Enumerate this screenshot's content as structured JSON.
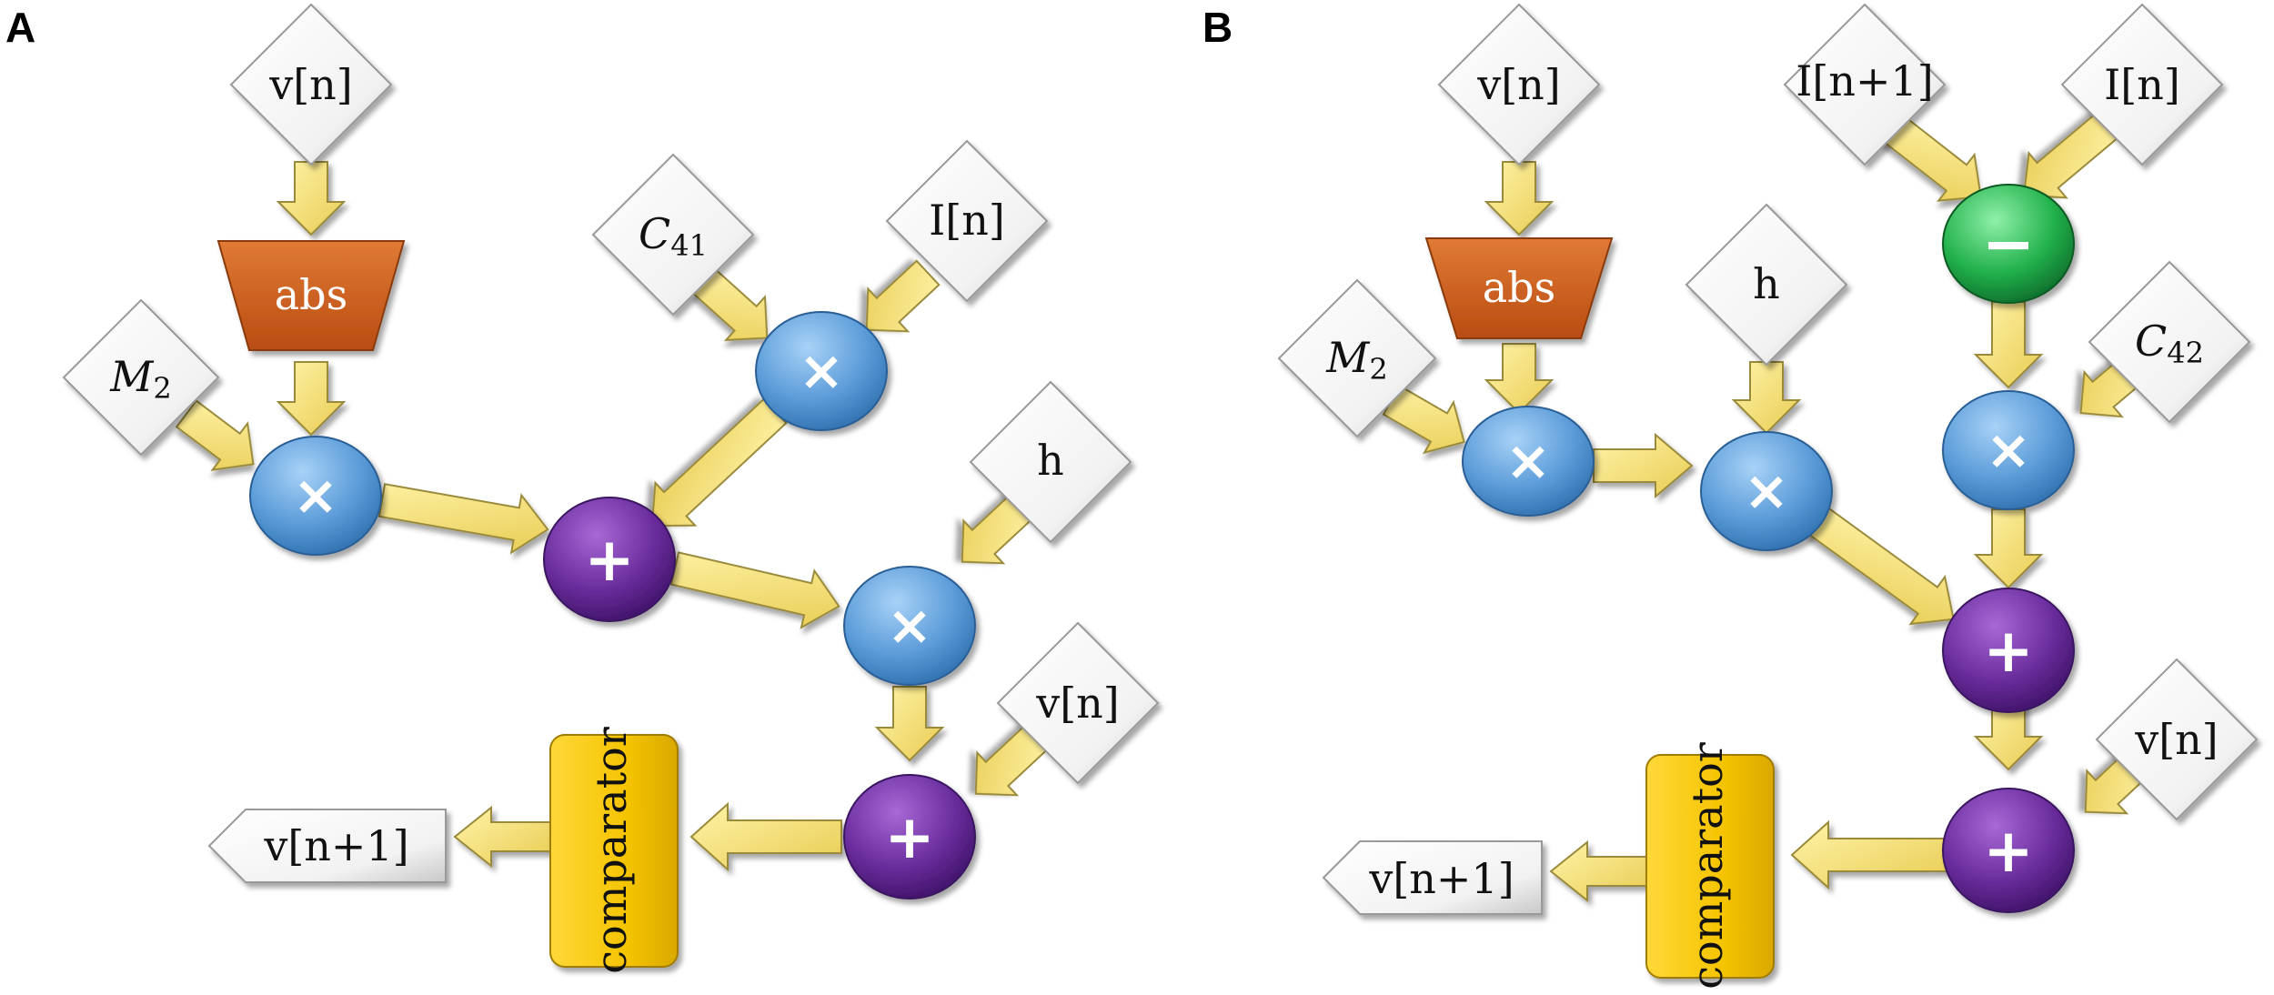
{
  "panels": {
    "a": {
      "label": "A",
      "inputs": {
        "v_top": "v[n]",
        "m2": "M",
        "m2_sub": "2",
        "c41": "C",
        "c41_sub": "41",
        "i": "I[n]",
        "h": "h",
        "v_bottom": "v[n]"
      },
      "abs": "abs",
      "comparator": "comparator",
      "output": "v[n+1]",
      "ops": {
        "mul1": "×",
        "mul2": "×",
        "mul3": "×",
        "add1": "+",
        "add2": "+"
      }
    },
    "b": {
      "label": "B",
      "inputs": {
        "v_top": "v[n]",
        "i_next": "I[n+1]",
        "i": "I[n]",
        "h": "h",
        "m2": "M",
        "m2_sub": "2",
        "c42": "C",
        "c42_sub": "42",
        "v_bottom": "v[n]"
      },
      "abs": "abs",
      "comparator": "comparator",
      "output": "v[n+1]",
      "ops": {
        "sub": "−",
        "mul1": "×",
        "mul2": "×",
        "mul3": "×",
        "add1": "+",
        "add2": "+"
      }
    }
  },
  "colors": {
    "multiply": "#5a9bd8",
    "add": "#6a2c9c",
    "subtract": "#22b14c",
    "abs": "#d6621d",
    "comparator": "#f5c400",
    "arrow": "#f3e27a",
    "diamond": "#f7f7f7"
  }
}
